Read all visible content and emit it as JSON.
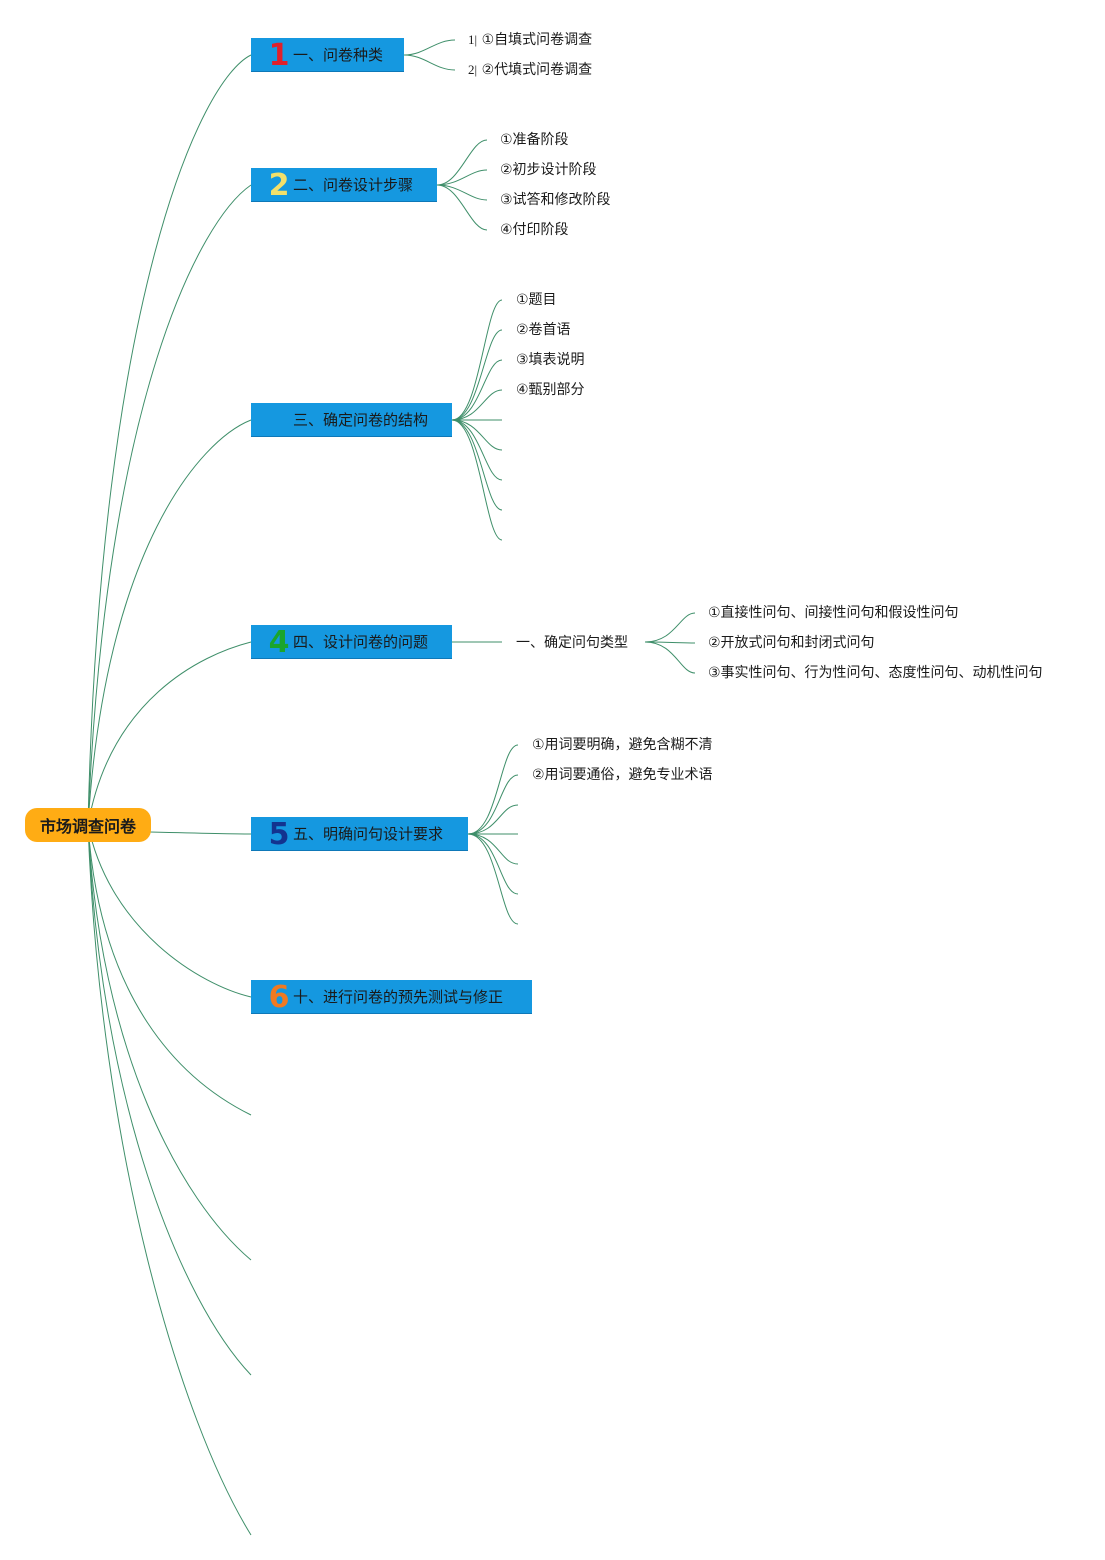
{
  "root": {
    "label": "市场调查问卷",
    "color": "#ffac14"
  },
  "branches": [
    {
      "num": "1",
      "num_color": "#e0202b",
      "label": "一、问卷种类",
      "children": [
        {
          "prefix": "1|",
          "label": "①自填式问卷调查"
        },
        {
          "prefix": "2|",
          "label": "②代填式问卷调查"
        }
      ]
    },
    {
      "num": "2",
      "num_color": "#f3e06a",
      "label": "二、问卷设计步骤",
      "children": [
        {
          "label": "①准备阶段"
        },
        {
          "label": "②初步设计阶段"
        },
        {
          "label": "③试答和修改阶段"
        },
        {
          "label": "④付印阶段"
        }
      ]
    },
    {
      "num": "",
      "num_color": "#1598e0",
      "label": "三、确定问卷的结构",
      "children": [
        {
          "label": "①题目"
        },
        {
          "label": "②卷首语"
        },
        {
          "label": "③填表说明"
        },
        {
          "label": "④甄别部分"
        }
      ]
    },
    {
      "num": "4",
      "num_color": "#1aa52c",
      "label": "四、设计问卷的问题",
      "sub": {
        "label": "一、确定问句类型",
        "children": [
          {
            "label": "①直接性问句、间接性问句和假设性问句"
          },
          {
            "label": "②开放式问句和封闭式问句"
          },
          {
            "label": "③事实性问句、行为性问句、态度性问句、动机性问句"
          }
        ]
      }
    },
    {
      "num": "5",
      "num_color": "#13338f",
      "label": "五、明确问句设计要求",
      "children": [
        {
          "label": "①用词要明确，避免含糊不清"
        },
        {
          "label": "②用词要通俗，避免专业术语"
        }
      ]
    },
    {
      "num": "6",
      "num_color": "#f07a22",
      "label": "十、进行问卷的预先测试与修正"
    }
  ],
  "colors": {
    "link": "#3f8f6a",
    "branch_fill": "#1598e0"
  }
}
